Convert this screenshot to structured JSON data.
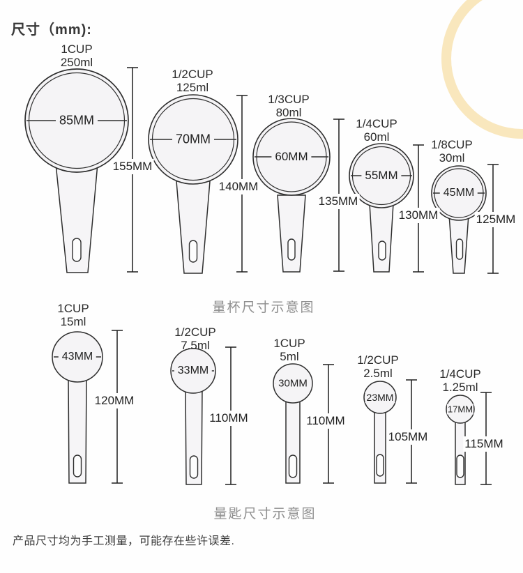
{
  "header": {
    "title": "尺寸（mm):"
  },
  "captions": {
    "cups": "量杯尺寸示意图",
    "spoons": "量匙尺寸示意图"
  },
  "note": "产品尺寸均为手工测量，可能存在些许误差.",
  "decor": {
    "ring_color": "#f9e7bd"
  },
  "cups": [
    {
      "size_label": "1CUP",
      "volume": "250ml",
      "diameter": "85MM",
      "height": "155MM"
    },
    {
      "size_label": "1/2CUP",
      "volume": "125ml",
      "diameter": "70MM",
      "height": "140MM"
    },
    {
      "size_label": "1/3CUP",
      "volume": "80ml",
      "diameter": "60MM",
      "height": "135MM"
    },
    {
      "size_label": "1/4CUP",
      "volume": "60ml",
      "diameter": "55MM",
      "height": "130MM"
    },
    {
      "size_label": "1/8CUP",
      "volume": "30ml",
      "diameter": "45MM",
      "height": "125MM"
    }
  ],
  "spoons": [
    {
      "size_label": "1CUP",
      "volume": "15ml",
      "diameter": "43MM",
      "height": "120MM"
    },
    {
      "size_label": "1/2CUP",
      "volume": "7.5ml",
      "diameter": "33MM",
      "height": "110MM"
    },
    {
      "size_label": "1CUP",
      "volume": "5ml",
      "diameter": "30MM",
      "height": "110MM"
    },
    {
      "size_label": "1/2CUP",
      "volume": "2.5ml",
      "diameter": "23MM",
      "height": "105MM"
    },
    {
      "size_label": "1/4CUP",
      "volume": "1.25ml",
      "diameter": "17MM",
      "height": "115MM"
    }
  ]
}
